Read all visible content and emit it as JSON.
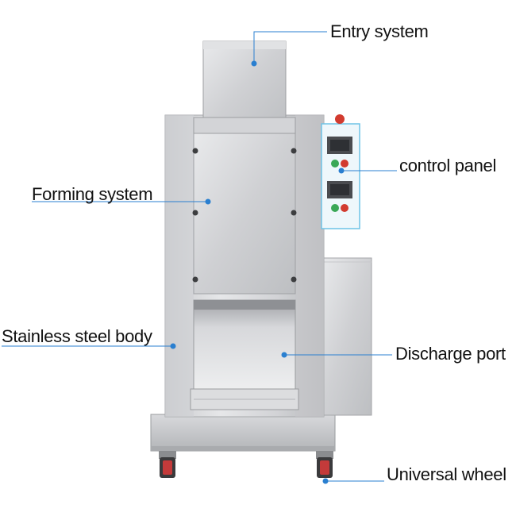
{
  "callouts": [
    {
      "id": "entry",
      "label": "Entry system"
    },
    {
      "id": "control",
      "label": "control panel"
    },
    {
      "id": "forming",
      "label": "Forming system"
    },
    {
      "id": "body",
      "label": "Stainless steel body"
    },
    {
      "id": "discharge",
      "label": "Discharge port"
    },
    {
      "id": "wheel",
      "label": "Universal wheel"
    }
  ],
  "colors": {
    "callout_line": "#2a7fd0",
    "callout_dot": "#2a7fd0",
    "steel_light": "#d9dadd",
    "steel_mid": "#b9bbbe",
    "steel_dark": "#8e9094",
    "panel_bg": "#eef7fb",
    "panel_border": "#6fc3e6",
    "button_green": "#3aa856",
    "button_red": "#d23b2f"
  }
}
